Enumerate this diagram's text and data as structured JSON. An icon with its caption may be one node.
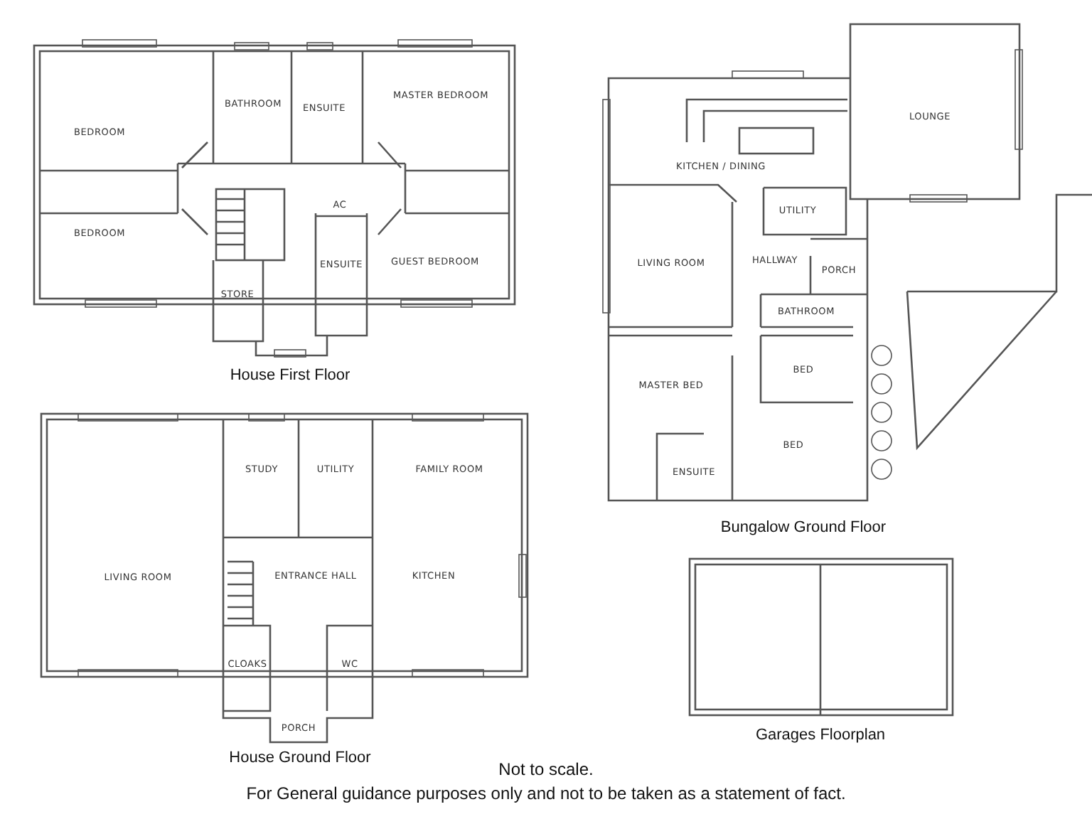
{
  "diagram": {
    "labels": [
      "BEDROOM",
      "BATHROOM",
      "ENSUITE",
      "MASTER BEDROOM",
      "AC",
      "BEDROOM",
      "STORE",
      "ENSUITE",
      "GUEST BEDROOM",
      "House First Floor",
      "KITCHEN / DINING",
      "LOUNGE",
      "UTILITY",
      "LIVING ROOM",
      "HALLWAY",
      "PORCH",
      "BATHROOM",
      "MASTER BED",
      "BED",
      "BED",
      "ENSUITE",
      "Bungalow Ground Floor",
      "STUDY",
      "UTILITY",
      "FAMILY ROOM",
      "LIVING ROOM",
      "ENTRANCE HALL",
      "KITCHEN",
      "CLOAKS",
      "WC",
      "PORCH",
      "House Ground Floor",
      "Garages Floorplan",
      "Not to scale.",
      "For General guidance purposes only and not to be taken as a statement of fact."
    ]
  }
}
